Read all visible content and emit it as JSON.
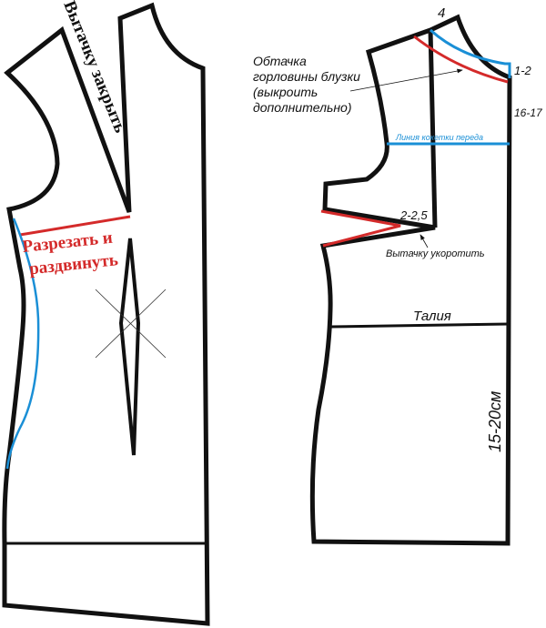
{
  "colors": {
    "outline": "#111111",
    "red": "#d42a2a",
    "blue": "#1a8fd6"
  },
  "left_piece": {
    "dart_note": "Вытачку закрыть",
    "cut_note_line1": "Разрезать и",
    "cut_note_line2": "раздвинуть"
  },
  "right_piece": {
    "point_4": "4",
    "point_1_2": "1-2",
    "point_16_17": "16-17",
    "facing_note": [
      "Обтачка",
      "горловины блузки",
      "(выкроить",
      "дополнительно)"
    ],
    "yoke_line": "Линия кокетки переда",
    "dart_size": "2-2,5",
    "dart_note": "Вытачку укоротить",
    "waist": "Талия",
    "length": "15-20см"
  }
}
